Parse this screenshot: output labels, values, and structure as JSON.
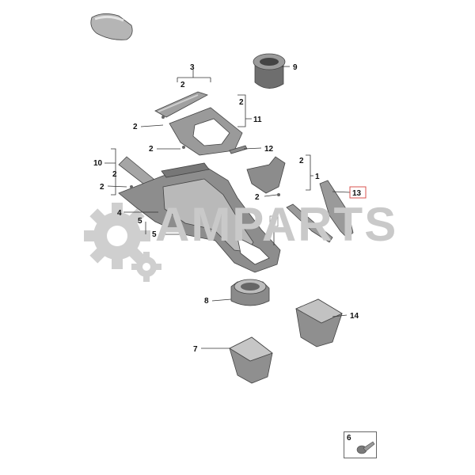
{
  "watermark": {
    "text": "AMPARTS"
  },
  "callouts": [
    {
      "id": "c3",
      "text": "3"
    },
    {
      "id": "c2a",
      "text": "2"
    },
    {
      "id": "c9",
      "text": "9"
    },
    {
      "id": "c2b",
      "text": "2"
    },
    {
      "id": "c11",
      "text": "11"
    },
    {
      "id": "c2c",
      "text": "2"
    },
    {
      "id": "c2d",
      "text": "2"
    },
    {
      "id": "c12",
      "text": "12"
    },
    {
      "id": "c10",
      "text": "10"
    },
    {
      "id": "c2e",
      "text": "2"
    },
    {
      "id": "c2f",
      "text": "2"
    },
    {
      "id": "c2g",
      "text": "2"
    },
    {
      "id": "c1",
      "text": "1"
    },
    {
      "id": "c2h",
      "text": "2"
    },
    {
      "id": "c13",
      "text": "13"
    },
    {
      "id": "c4",
      "text": "4"
    },
    {
      "id": "c5a",
      "text": "5"
    },
    {
      "id": "c6",
      "text": "6"
    },
    {
      "id": "c5b",
      "text": "5"
    },
    {
      "id": "c8",
      "text": "8"
    },
    {
      "id": "c14",
      "text": "14"
    },
    {
      "id": "c7",
      "text": "7"
    }
  ],
  "footer": {
    "part_number": "6"
  },
  "colors": {
    "part_fill": "#a8a8a8",
    "part_dark": "#7a7a7a",
    "highlight_box": "#d9534f",
    "watermark": "#c9c9c9"
  }
}
